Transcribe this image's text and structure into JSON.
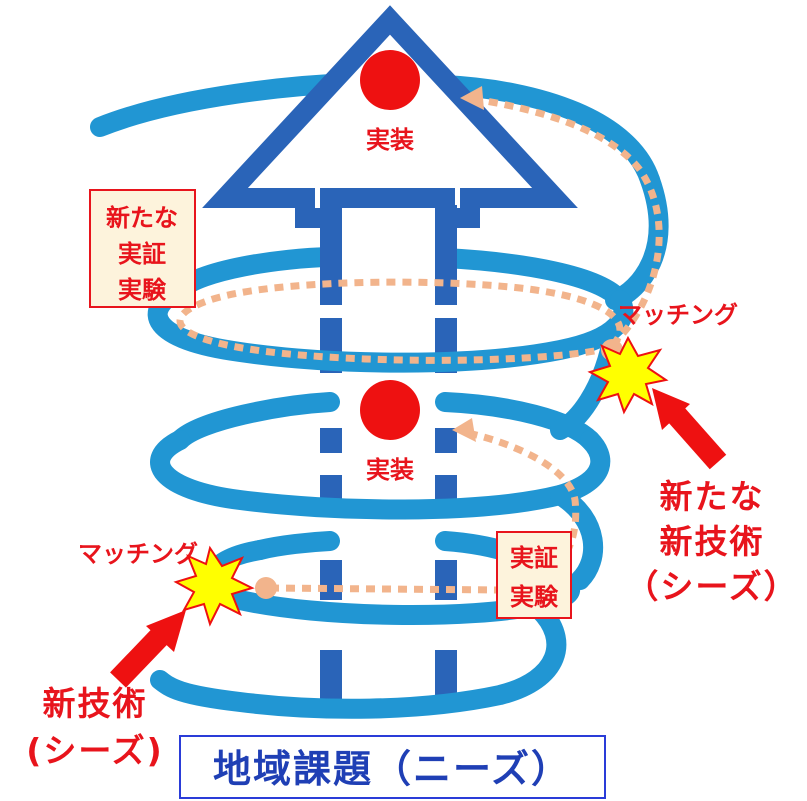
{
  "colors": {
    "spiral": "#2196d3",
    "arrow_outline": "#2a64b8",
    "milestone": "#ee1111",
    "dotted_path": "#f2b48c",
    "label_red": "#e8141c",
    "box_fill": "#fdf3dc",
    "box_border": "#e8141c",
    "title_blue": "#1f3fb5",
    "title_border": "#2a3cd8",
    "burst_fill": "#ffff00",
    "burst_stroke": "#ee1111",
    "input_arrow": "#ee1111"
  },
  "milestones": {
    "top_label": "実装",
    "middle_label": "実装"
  },
  "experiment_boxes": {
    "upper": [
      "新たな",
      "実証",
      "実験"
    ],
    "lower": [
      "実証",
      "実験"
    ]
  },
  "matching": {
    "upper_label": "マッチング",
    "lower_label": "マッチング"
  },
  "seeds": {
    "lower": [
      "新技術",
      "(シーズ)"
    ],
    "upper": [
      "新たな",
      "新技術",
      "（シーズ）"
    ]
  },
  "title": "地域課題（ニーズ）"
}
